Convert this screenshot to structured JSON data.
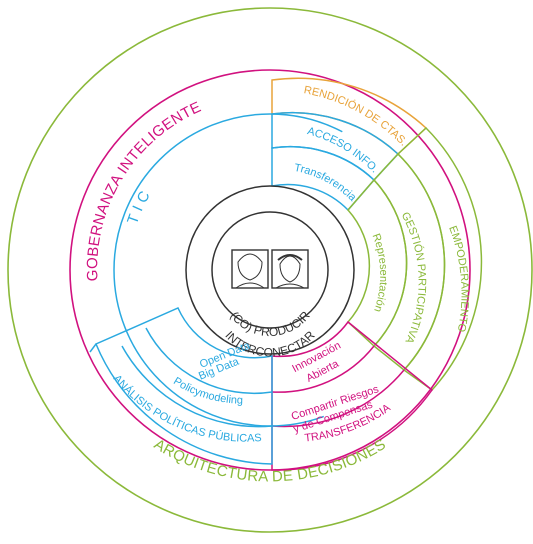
{
  "colors": {
    "green": "#8bb93a",
    "magenta": "#d1117f",
    "blue": "#2aa9e0",
    "orange": "#e8a33a",
    "dark": "#333333"
  },
  "outer_ring": {
    "bottom_label": "ARQUITECTURA DE DECISIONES"
  },
  "governance_ring": {
    "label": "GOBERNANZA INTELIGENTE"
  },
  "tic_ring": {
    "label": "T I C"
  },
  "center": {
    "top_label": "(CO) PRODUCIR",
    "bottom_label": "INTERCONECTAR",
    "icons": [
      "woman-portrait-icon",
      "man-portrait-icon"
    ]
  },
  "sectors": {
    "rendicion": "RENDICIÓN DE CTAS.",
    "acceso": "ACCESO INFO.",
    "transferencia_small": "Transferencia",
    "empoderamiento": "EMPODERAMIENTO",
    "gestion": "GESTIÓN PARTICIPATIVA",
    "representacion": "Representación",
    "open_data": "Open Data",
    "big_data": "Big Data",
    "policymodeling": "Policymodeling",
    "analisis": "ANÁLISIS POLÍTICAS PÚBLICAS",
    "innovacion": "Innovación",
    "abierta": "Abierta",
    "compartir": "Compartir Riesgos",
    "compensas": "y de Compensas",
    "transferencia_big": "TRANSFERENCIA"
  }
}
